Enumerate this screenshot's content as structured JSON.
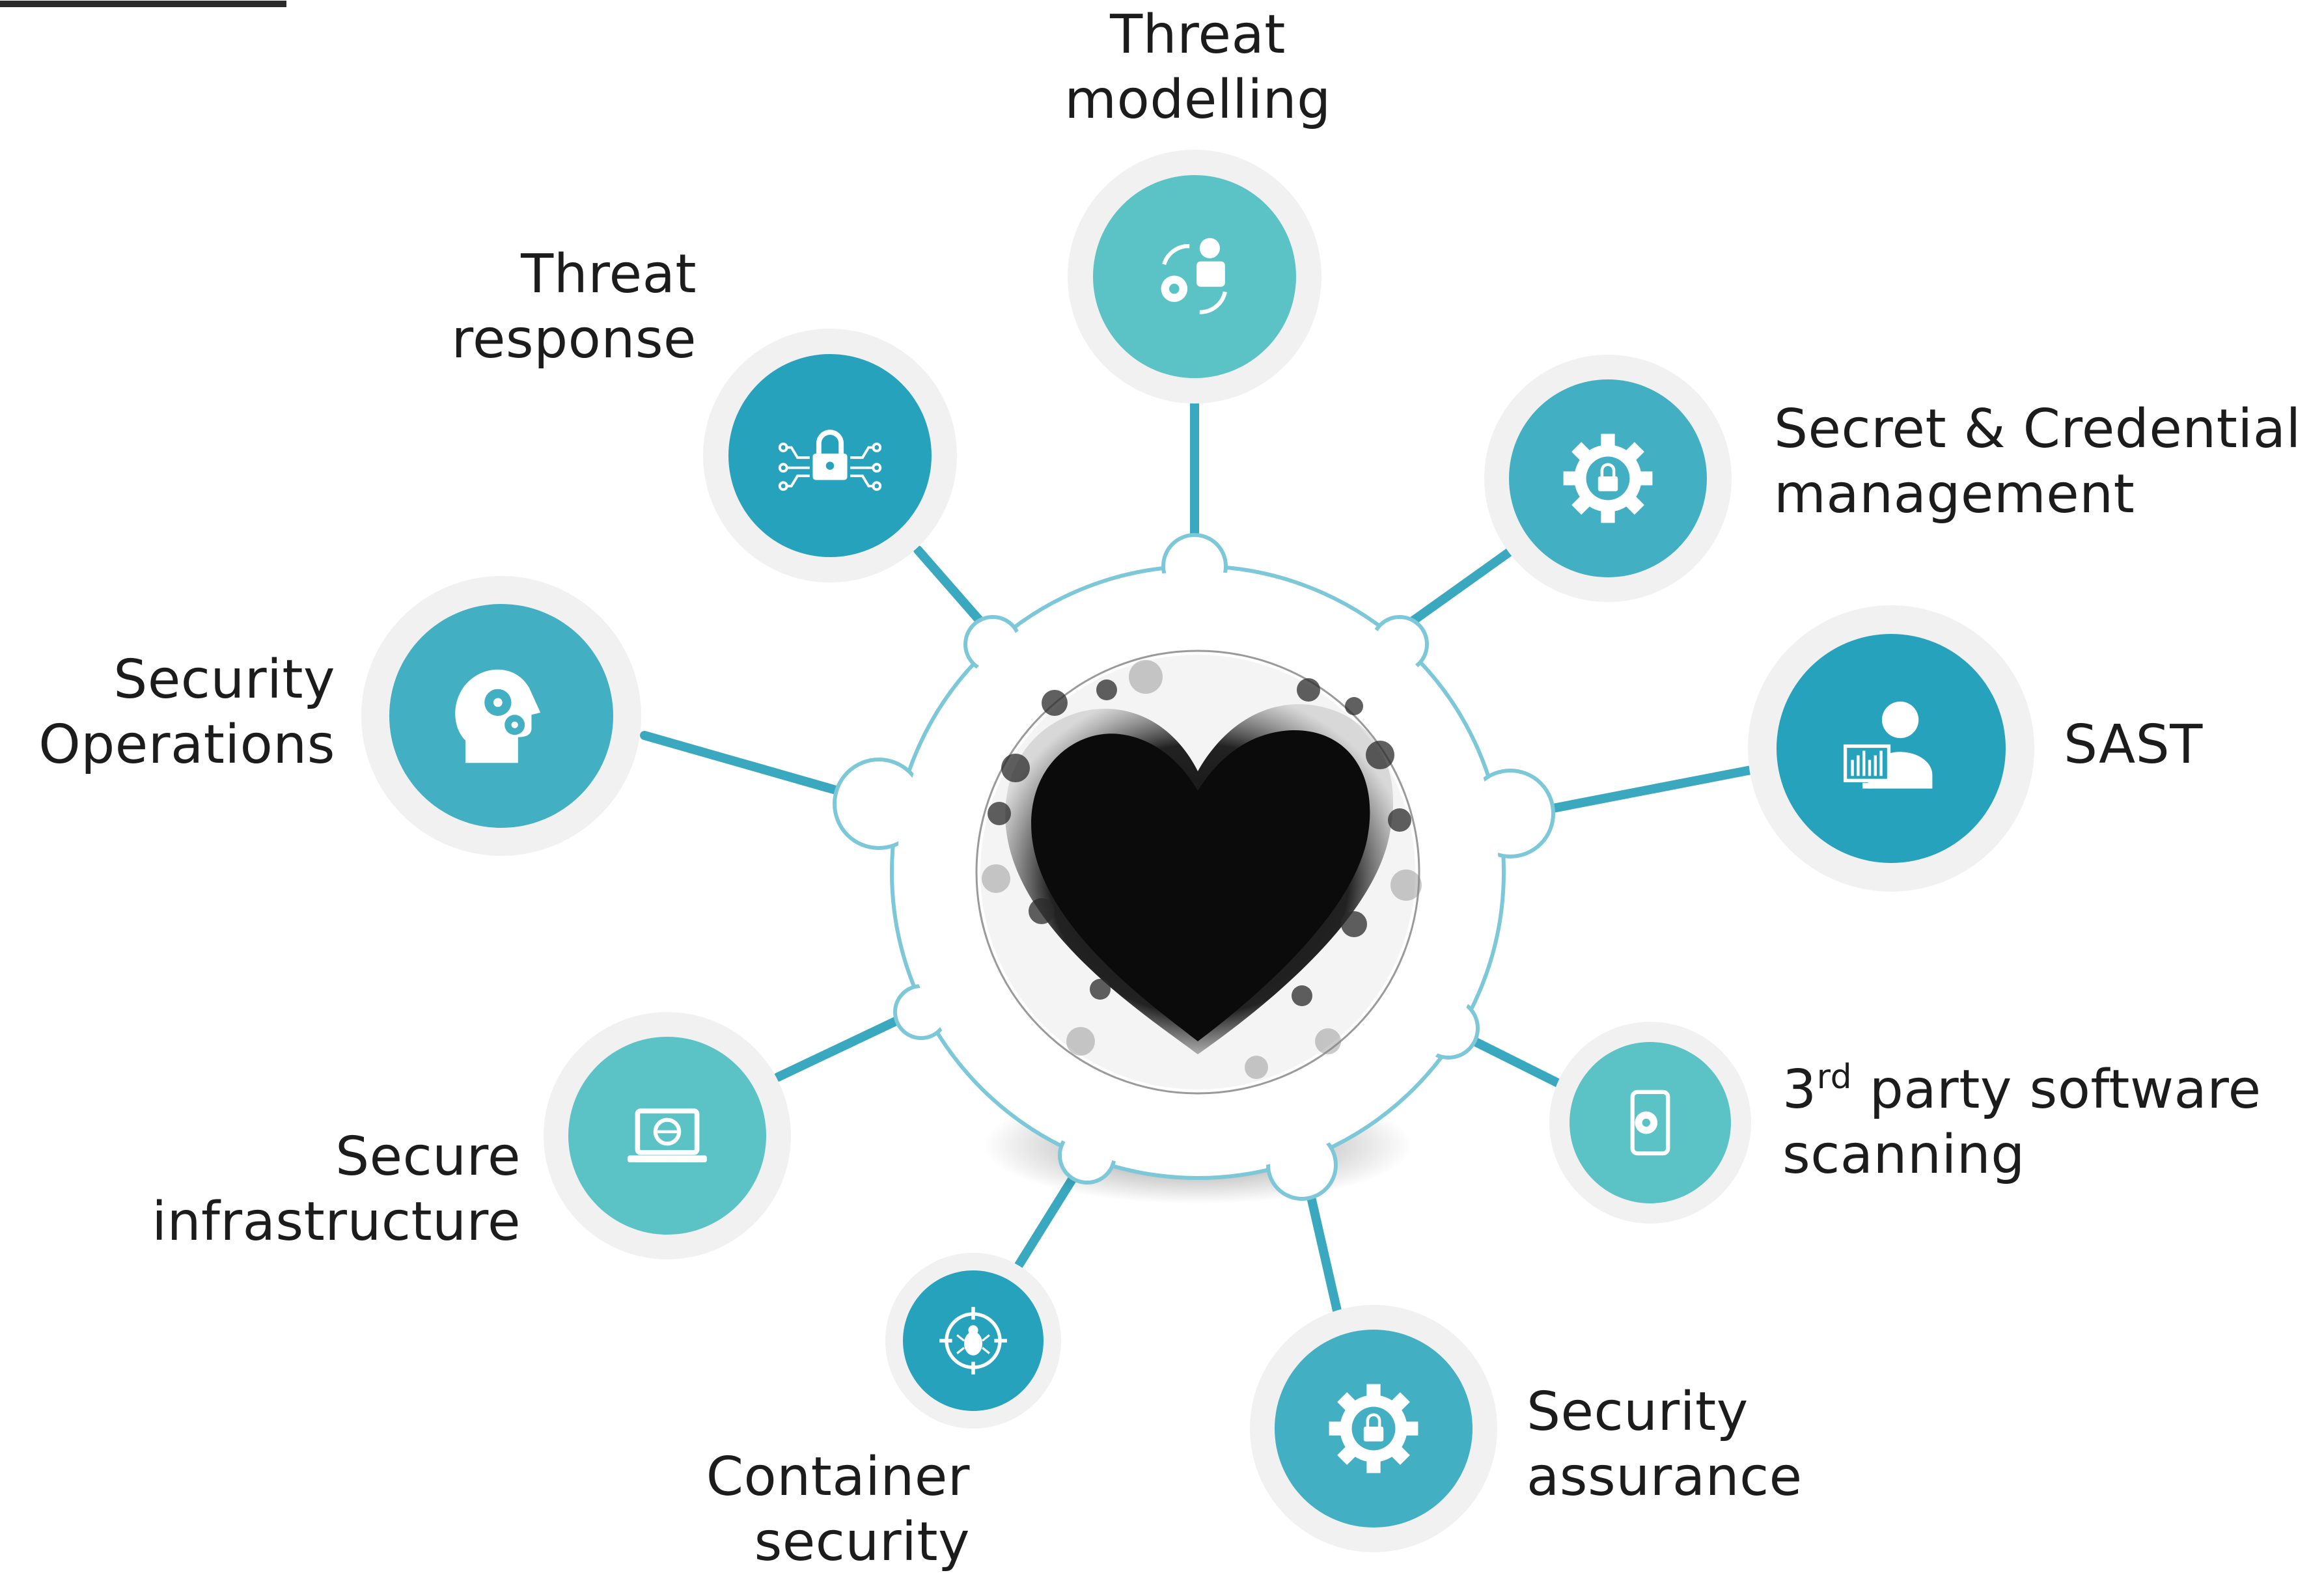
{
  "colors": {
    "line": "#3aa9bf",
    "ring": "#7cc7d8",
    "halo": "#f1f1f1",
    "teal_light": "#5bc3c6",
    "teal_mid": "#42b0c2",
    "teal_dark": "#27a2bc"
  },
  "center": {
    "image": "heart-icon"
  },
  "nodes": [
    {
      "id": "threat-modelling",
      "lines": [
        "Threat",
        "modelling"
      ],
      "icon": "user-sync-gear-icon",
      "color": "#5bc3c6"
    },
    {
      "id": "secret-credential",
      "lines": [
        "Secret & Credential",
        "management"
      ],
      "icon": "gear-lock-icon",
      "color": "#42b0c2"
    },
    {
      "id": "sast",
      "lines": [
        "SAST"
      ],
      "icon": "user-monitor-icon",
      "color": "#27a2bc"
    },
    {
      "id": "third-party",
      "lines_rich": {
        "sup_base": "3",
        "sup": "rd",
        "rest": " party software",
        "line2": "scanning"
      },
      "icon": "phone-gear-icon",
      "color": "#5bc3c6"
    },
    {
      "id": "security-assurance",
      "lines": [
        "Security",
        "assurance"
      ],
      "icon": "gear-lock-icon",
      "color": "#42b0c2"
    },
    {
      "id": "container-security",
      "lines": [
        "Container",
        "security"
      ],
      "icon": "bug-target-icon",
      "color": "#27a2bc"
    },
    {
      "id": "secure-infrastructure",
      "lines": [
        "Secure",
        "infrastructure"
      ],
      "icon": "laptop-browser-icon",
      "color": "#5bc3c6"
    },
    {
      "id": "security-operations",
      "lines": [
        "Security",
        "Operations"
      ],
      "icon": "head-gears-icon",
      "color": "#42b0c2"
    },
    {
      "id": "threat-response",
      "lines": [
        "Threat",
        "response"
      ],
      "icon": "circuit-lock-icon",
      "color": "#27a2bc"
    }
  ]
}
